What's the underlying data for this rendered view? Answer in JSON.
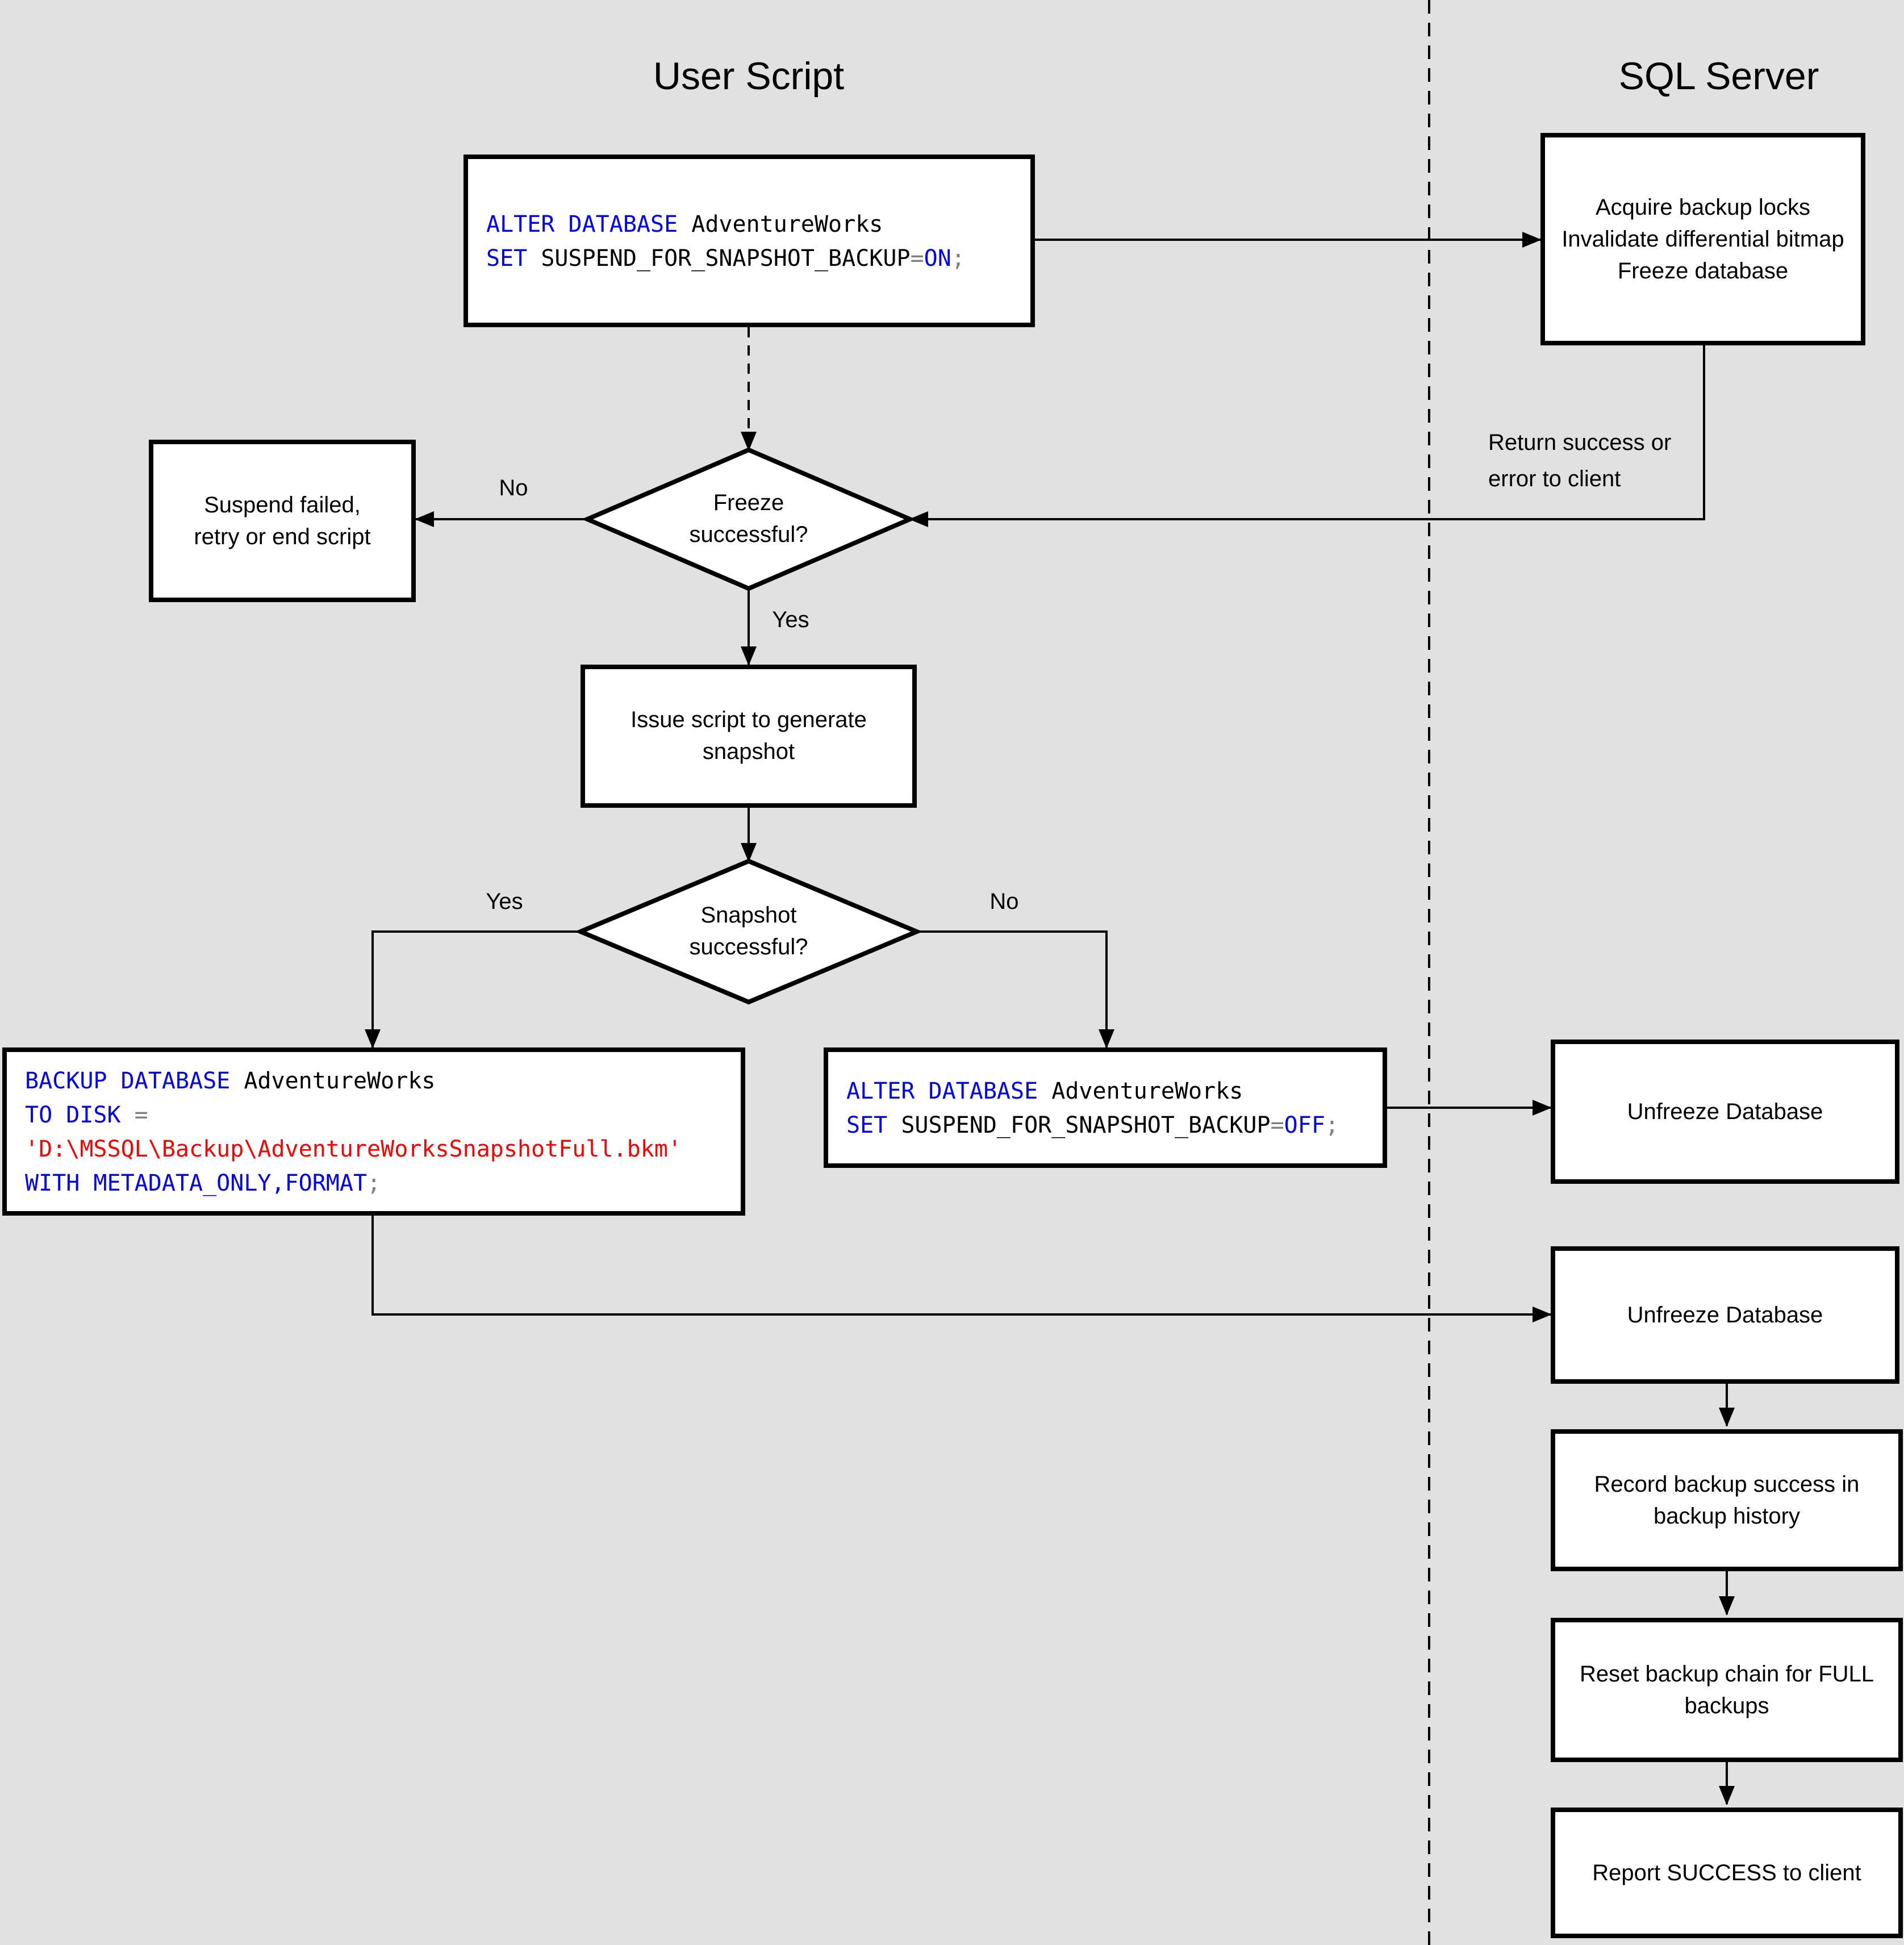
{
  "diagram": {
    "columns": {
      "left_title": "User Script",
      "right_title": "SQL Server"
    },
    "annotations": {
      "return_note": "Return success or\nerror to client",
      "freeze_no": "No",
      "freeze_yes": "Yes",
      "snapshot_yes": "Yes",
      "snapshot_no": "No"
    },
    "nodes": {
      "acquire": "Acquire backup locks\nInvalidate differential bitmap\nFreeze database",
      "suspend_failed": "Suspend failed,\nretry or end script",
      "freeze_decision": "Freeze\nsuccessful?",
      "issue_script": "Issue script to generate snapshot",
      "snapshot_decision": "Snapshot\nsuccessful?",
      "unfreeze_1": "Unfreeze Database",
      "unfreeze_2": "Unfreeze Database",
      "record_history": "Record backup success in backup history",
      "reset_chain": "Reset backup chain for FULL backups",
      "report_success": "Report SUCCESS to client"
    },
    "colors": {
      "background": "#e1e1e1",
      "node_fill": "#ffffff",
      "line": "#000000",
      "sql_keyword": "#0000ff",
      "sql_identifier": "#000000",
      "sql_operator": "#808080",
      "sql_string": "#ff0000"
    }
  },
  "code_boxes": {
    "alter_on": {
      "lines": [
        {
          "tokens": [
            {
              "type": "keyword",
              "text": "ALTER DATABASE"
            },
            {
              "type": "identifier",
              "text": " AdventureWorks"
            }
          ]
        },
        {
          "tokens": [
            {
              "type": "keyword",
              "text": "SET"
            },
            {
              "type": "identifier",
              "text": " SUSPEND_FOR_SNAPSHOT_BACKUP"
            },
            {
              "type": "operator",
              "text": "="
            },
            {
              "type": "keyword",
              "text": "ON"
            },
            {
              "type": "operator",
              "text": ";"
            }
          ]
        }
      ]
    },
    "backup_metadata": {
      "lines": [
        {
          "tokens": [
            {
              "type": "keyword",
              "text": "BACKUP DATABASE"
            },
            {
              "type": "identifier",
              "text": " AdventureWorks"
            }
          ]
        },
        {
          "tokens": [
            {
              "type": "keyword",
              "text": "TO DISK"
            },
            {
              "type": "operator",
              "text": " ="
            }
          ]
        },
        {
          "tokens": [
            {
              "type": "string",
              "text": "'D:\\MSSQL\\Backup\\AdventureWorksSnapshotFull.bkm'"
            }
          ]
        },
        {
          "tokens": [
            {
              "type": "keyword",
              "text": "WITH METADATA_ONLY,FORMAT"
            },
            {
              "type": "operator",
              "text": ";"
            }
          ]
        }
      ]
    },
    "alter_off": {
      "lines": [
        {
          "tokens": [
            {
              "type": "keyword",
              "text": "ALTER DATABASE"
            },
            {
              "type": "identifier",
              "text": " AdventureWorks"
            }
          ]
        },
        {
          "tokens": [
            {
              "type": "keyword",
              "text": "SET"
            },
            {
              "type": "identifier",
              "text": " SUSPEND_FOR_SNAPSHOT_BACKUP"
            },
            {
              "type": "operator",
              "text": "="
            },
            {
              "type": "keyword",
              "text": "OFF"
            },
            {
              "type": "operator",
              "text": ";"
            }
          ]
        }
      ]
    }
  }
}
